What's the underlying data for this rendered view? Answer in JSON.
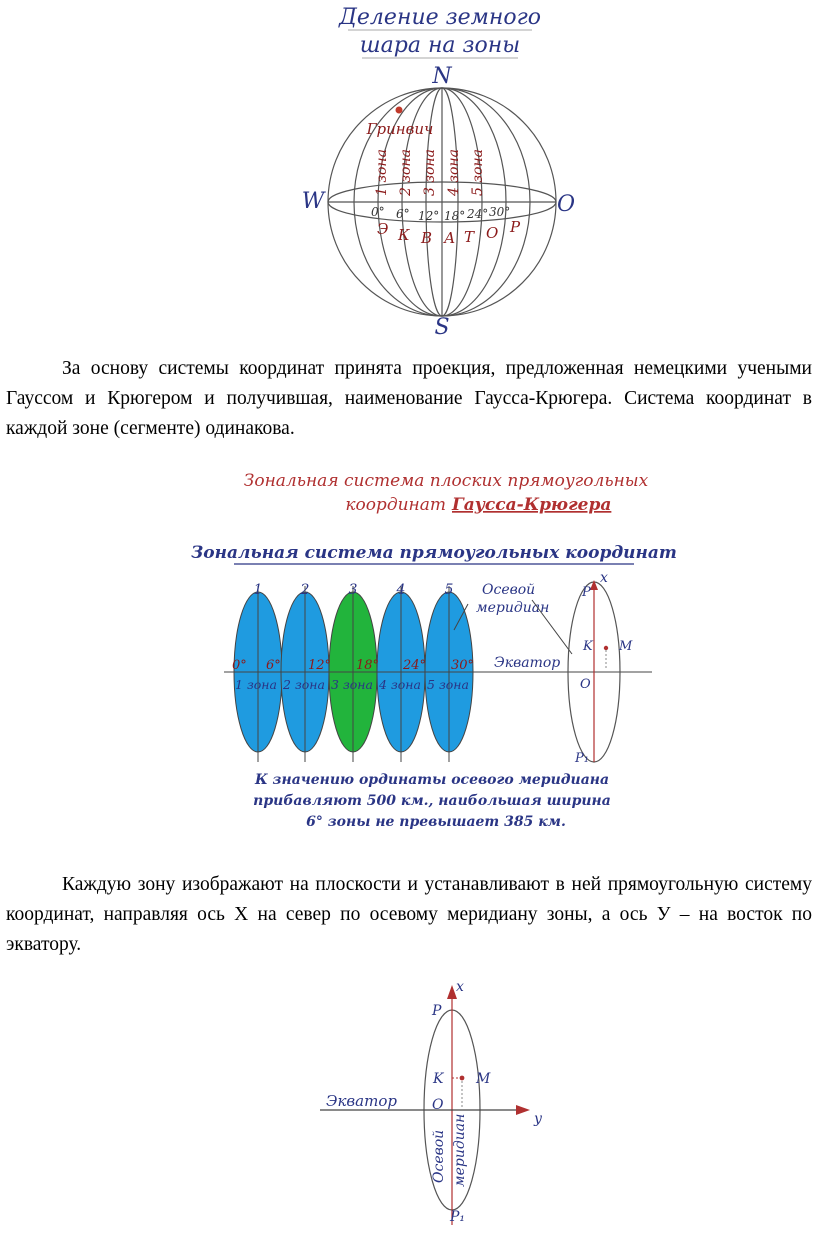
{
  "fig1": {
    "title_line1": "Деление земного",
    "title_line2": "шара на зоны",
    "north": "N",
    "south": "S",
    "west": "W",
    "east": "O",
    "greenwich": "Гринвич",
    "zones": [
      "1 зона",
      "2 зона",
      "3 зона",
      "4 зона",
      "5 зона"
    ],
    "degrees": [
      "0°",
      "6°",
      "12°",
      "18°",
      "24°",
      "30°"
    ],
    "equator_letters": [
      "Э",
      "К",
      "В",
      "А",
      "Т",
      "О",
      "Р"
    ],
    "colors": {
      "title": "#2a3585",
      "label": "#8b1a1a",
      "lines": "#555555"
    }
  },
  "paragraph1": "За основу системы координат принята проекция, предложенная немецкими учеными Гауссом и Крюгером и получившая, наименование Гаусса-Крюгера. Система координат в каждой зоне (сегменте) одинакова.",
  "fig2": {
    "title_line1": "Зональная система плоских прямоугольных",
    "title_line2_prefix": "координат",
    "title_line2_bold": "Гаусса-Крюгера",
    "subtitle": "Зональная система прямоугольных координат",
    "zone_numbers": [
      "1",
      "2",
      "3",
      "4",
      "5"
    ],
    "degrees": [
      "0°",
      "6°",
      "12°",
      "18°",
      "24°",
      "30°"
    ],
    "zone_labels": [
      "1 зона",
      "2 зона",
      "3 зона",
      "4 зона",
      "5 зона"
    ],
    "axial_line1": "Осевой",
    "axial_line2": "меридиан",
    "equator": "Экватор",
    "x_axis": "x",
    "p": "P",
    "p1": "P₁",
    "k": "K",
    "m": "M",
    "o": "O",
    "note_line1": "К значению ординаты осевого меридиана",
    "note_line2": "прибавляют 500 км.,  наибольшая ширина",
    "note_line3": "6° зоны не превышает 385 км.",
    "colors": {
      "title": "#b03030",
      "blue_text": "#2a3585",
      "zone_blue": "#1f9be0",
      "zone_green": "#22b43c"
    }
  },
  "paragraph2": "Каждую зону изображают на плоскости и устанавливают в ней прямоугольную систему  координат, направляя ось X на север по осевому меридиану зоны, а ось У – на восток по экватору.",
  "fig3": {
    "x_axis": "x",
    "y_axis": "y",
    "p": "P",
    "p1": "P₁",
    "k": "K",
    "m": "M",
    "o": "O",
    "equator": "Экватор",
    "axial_line1": "Осевой",
    "axial_line2": "меридиан"
  }
}
